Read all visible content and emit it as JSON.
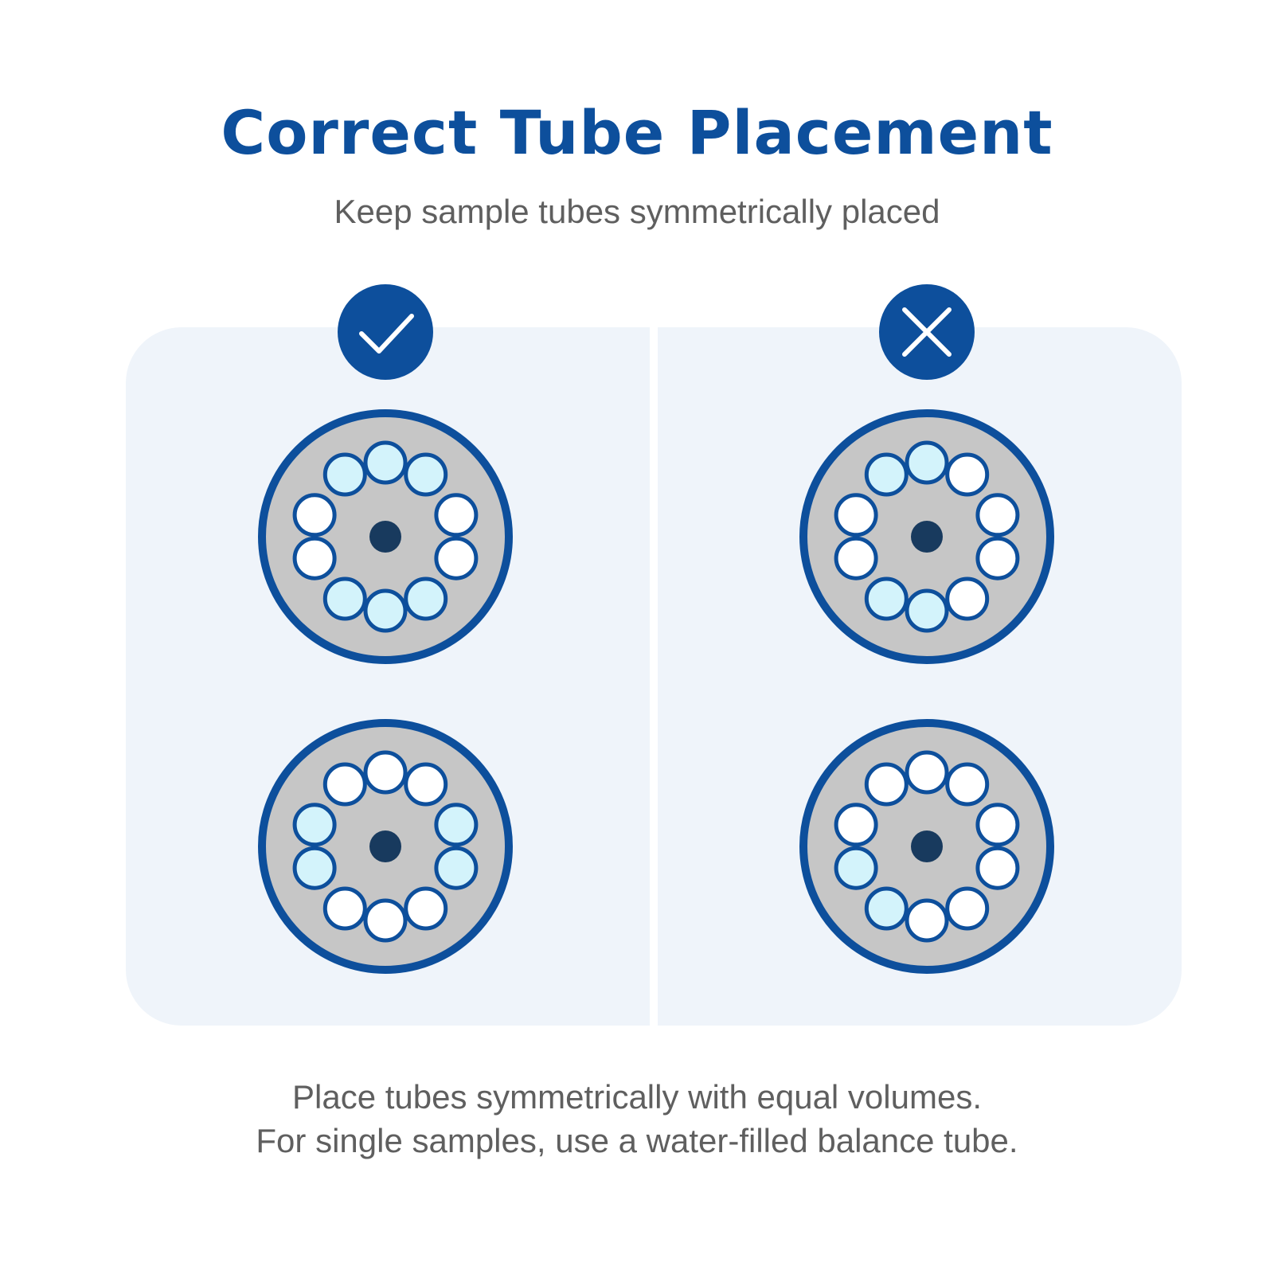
{
  "title": "Correct Tube Placement",
  "subtitle": "Keep sample tubes symmetrically placed",
  "footer": {
    "line1": "Place tubes symmetrically with equal volumes.",
    "line2": "For single samples, use a water-filled balance tube."
  },
  "colors": {
    "title": "#0d4f9c",
    "subtitle_text": "#5f5f5f",
    "panel": "#eff4fa",
    "divider": "#ffffff",
    "badge": "#0d4f9c",
    "badge_icon": "#ffffff",
    "rotor_outline": "#0d4f9c",
    "rotor_fill": "#c6c6c6",
    "hub": "#183a5e",
    "tube_outline": "#0d4f9c",
    "tube_filled": "#d3f3fb",
    "tube_empty": "#ffffff"
  },
  "columns": [
    {
      "verdict": "correct",
      "badge_icon": "check-icon",
      "rotors": [
        {
          "filled_slots": [
            0,
            1,
            2,
            5,
            6,
            7
          ]
        },
        {
          "filled_slots": [
            3,
            4,
            8,
            9
          ]
        }
      ]
    },
    {
      "verdict": "incorrect",
      "badge_icon": "cross-icon",
      "rotors": [
        {
          "filled_slots": [
            0,
            1,
            6,
            7
          ]
        },
        {
          "filled_slots": [
            7,
            8
          ]
        }
      ]
    }
  ]
}
